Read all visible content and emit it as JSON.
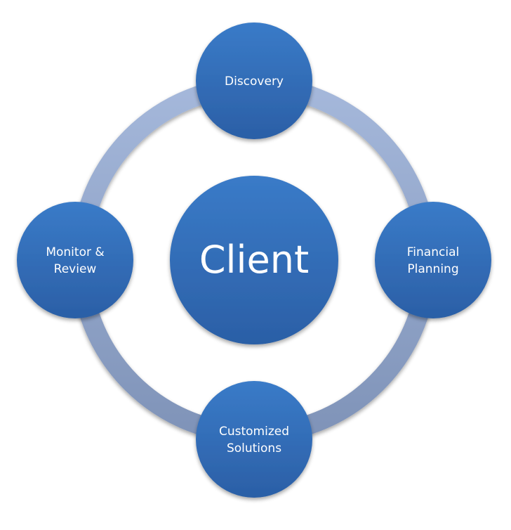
{
  "diagram": {
    "type": "cycle",
    "center": {
      "label": "Client"
    },
    "nodes": [
      {
        "id": "discovery",
        "lines": [
          "Discovery"
        ]
      },
      {
        "id": "financial-planning",
        "lines": [
          "Financial",
          "Planning"
        ]
      },
      {
        "id": "customized-solutions",
        "lines": [
          "Customized",
          "Solutions"
        ]
      },
      {
        "id": "monitor-review",
        "lines": [
          "Monitor &",
          "Review"
        ]
      }
    ],
    "colors": {
      "node_top": "#3a7bc8",
      "node_bottom": "#2b5fa6",
      "ring_light": "#a5b8db",
      "ring_dark": "#7f93b8",
      "text": "#ffffff",
      "background": "#ffffff"
    }
  }
}
